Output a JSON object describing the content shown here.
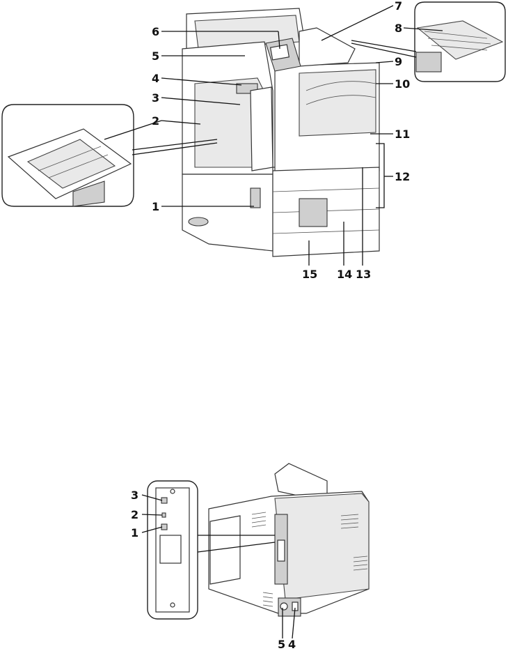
{
  "front_view": {
    "callouts": [
      "1",
      "2",
      "3",
      "4",
      "5",
      "6",
      "7",
      "8",
      "9",
      "10",
      "11",
      "12",
      "13",
      "14",
      "15"
    ]
  },
  "rear_view": {
    "callouts": [
      "3",
      "2",
      "1",
      "5",
      "4"
    ]
  }
}
